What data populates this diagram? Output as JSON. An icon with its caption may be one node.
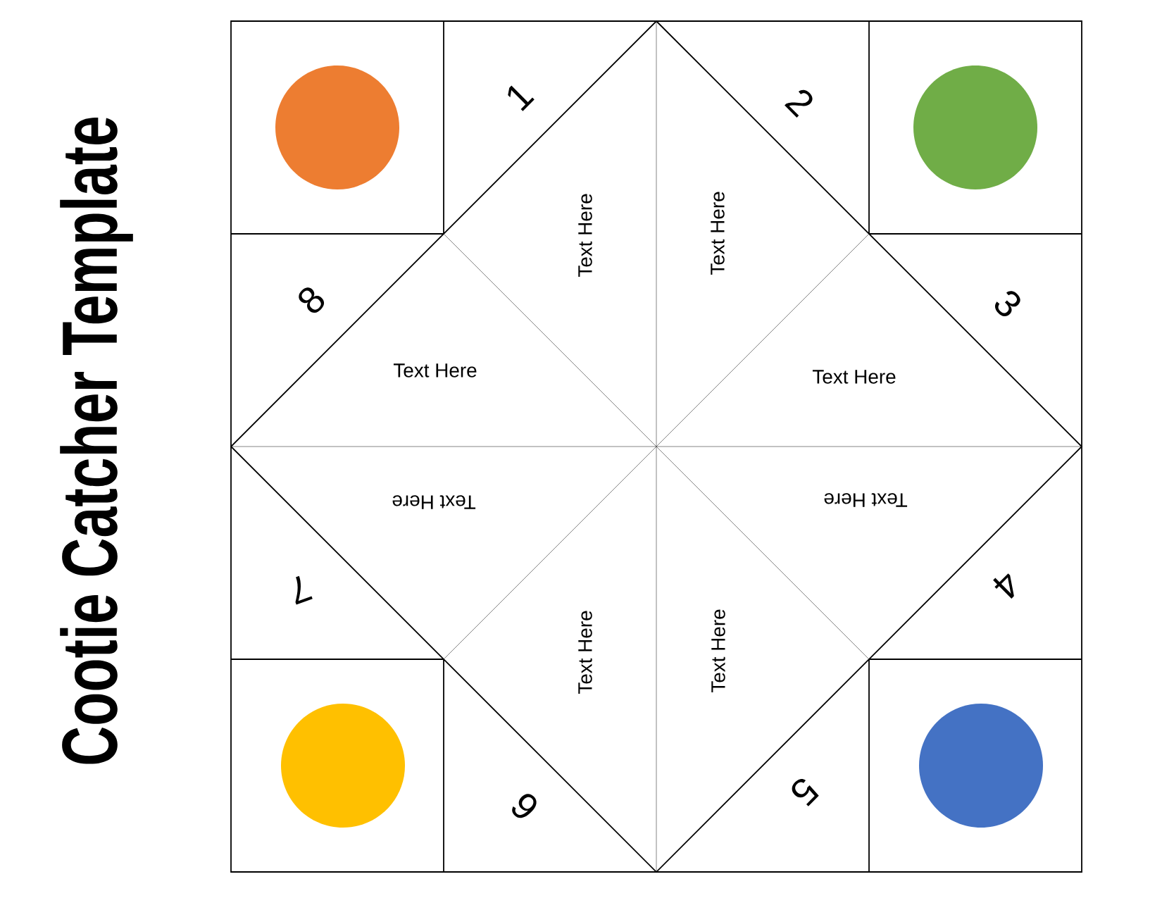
{
  "diagram": {
    "title": "Cootie Catcher Template",
    "labels": [
      "1",
      "2",
      "Text Here",
      "Text Here",
      "8",
      "3",
      "Text Here",
      "Text Here",
      "Text Here",
      "Text Here",
      "7",
      "4",
      "Text Here",
      "Text Here",
      "6",
      "5"
    ]
  }
}
